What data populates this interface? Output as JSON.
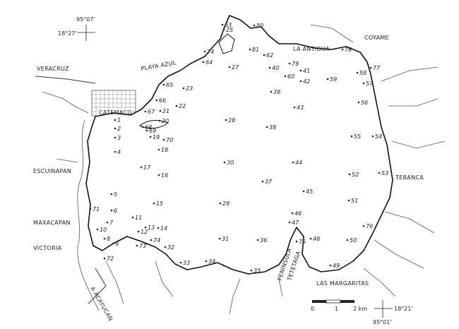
{
  "map": {
    "places": {
      "veracruz": "VERACRUZ",
      "playa_azul": "PLAYA AZUL",
      "catemaco": "CATEMACO",
      "escuinapan": "ESCUINAPAN",
      "maxacapan": "MAXACAPAN",
      "victoria": "VICTORIA",
      "la_antigua": "LA ANTIGUA",
      "coyame": "COYAME",
      "tebanca": "TEBANCA",
      "las_margaritas": "LAS MARGARITAS",
      "peninsula": "PENINSULA",
      "tetetaga": "TETETAGA",
      "acayucan": "A ACAYUCAN"
    },
    "coordinates": {
      "top_left_lon": "95°07'",
      "top_left_lat": "18°27'",
      "bottom_right_lat": "18°21'",
      "bottom_right_lon": "95°01'"
    },
    "scale": {
      "ticks": [
        "0",
        "1",
        "2 km"
      ]
    },
    "stations": [
      "1",
      "2",
      "3",
      "4",
      "5",
      "6",
      "7",
      "8",
      "9",
      "10",
      "11",
      "12",
      "13",
      "14",
      "15",
      "16",
      "17",
      "18",
      "19",
      "20",
      "21",
      "22",
      "23",
      "24",
      "25",
      "27",
      "28",
      "29",
      "30",
      "31",
      "32",
      "33",
      "34",
      "35",
      "36",
      "37",
      "38",
      "39",
      "40",
      "41",
      "42",
      "43",
      "44",
      "45",
      "46",
      "47",
      "48",
      "49",
      "50",
      "51",
      "52",
      "53",
      "54",
      "55",
      "56",
      "57",
      "58",
      "59",
      "60",
      "62",
      "63",
      "64",
      "65",
      "66",
      "67",
      "68",
      "69",
      "70",
      "71",
      "72",
      "73",
      "74",
      "75",
      "76",
      "77",
      "78",
      "79",
      "80",
      "81"
    ]
  }
}
